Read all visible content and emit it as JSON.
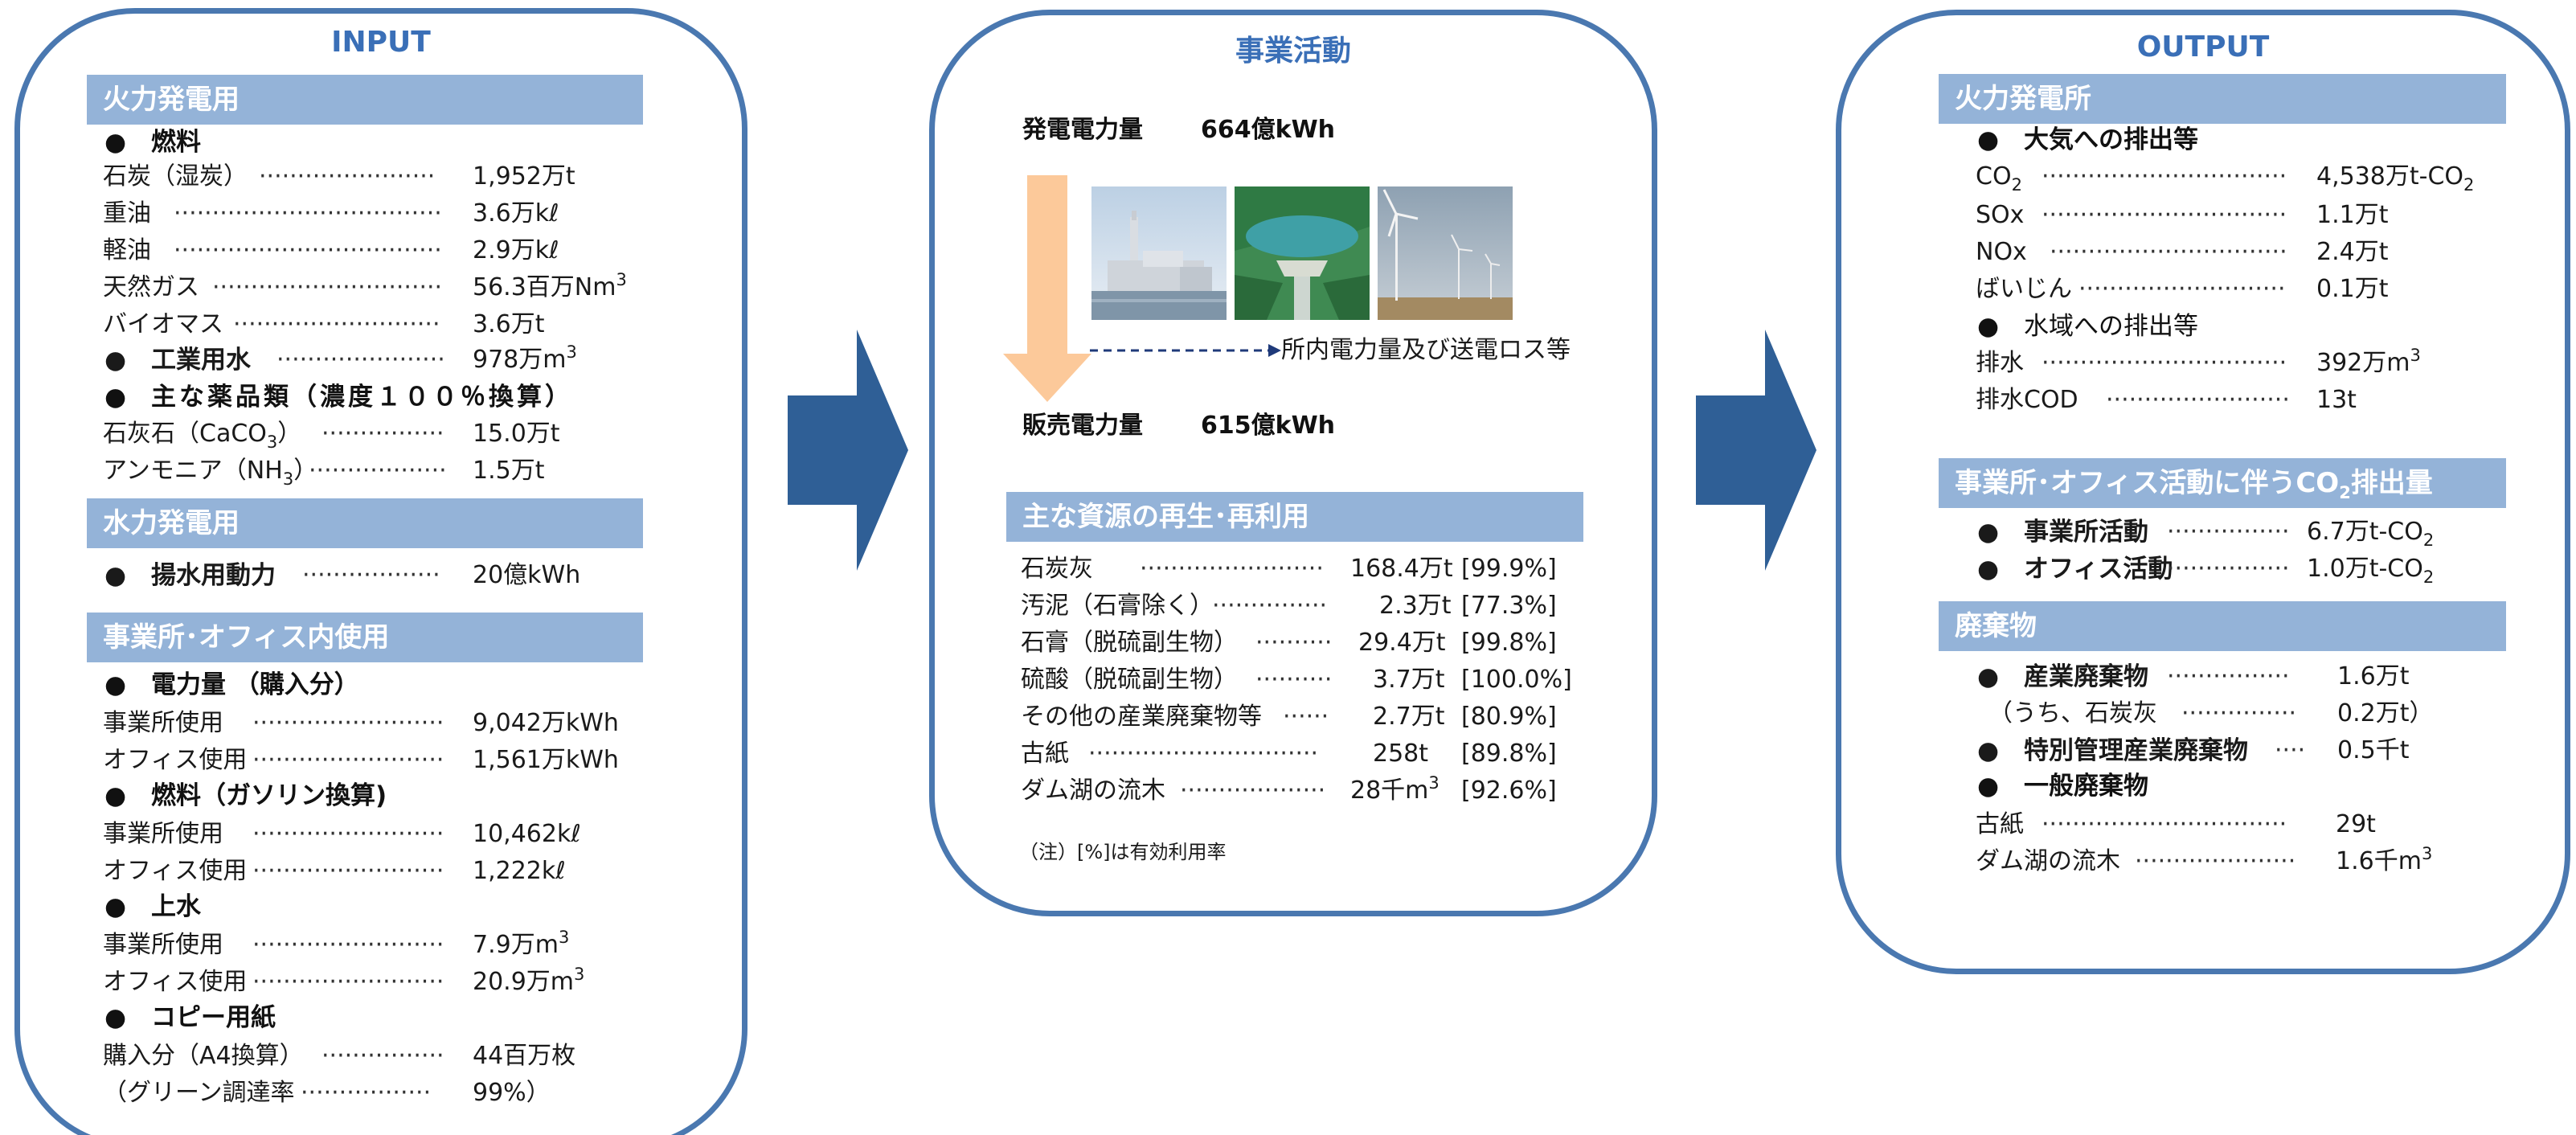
{
  "input": {
    "title": "INPUT",
    "thermal": {
      "bar": "火力発電用",
      "fuel_head": "燃料",
      "fuel": [
        {
          "label": "石炭（湿炭）",
          "value": "1,952万t"
        },
        {
          "label": "重油",
          "value": "3.6万kℓ"
        },
        {
          "label": "軽油",
          "value": "2.9万kℓ"
        },
        {
          "label": "天然ガス",
          "value": "56.3百万Nm",
          "sup": "3"
        },
        {
          "label": "バイオマス",
          "value": "3.6万t"
        }
      ],
      "water_head": "工業用水",
      "water_value": "978万m",
      "water_sup": "3",
      "chem_head": "主な薬品類（濃度１００％換算）",
      "chem": [
        {
          "pre": "石灰石（CaCO",
          "sub": "3",
          "post": "）",
          "value": "15.0万t"
        },
        {
          "pre": "アンモニア（NH",
          "sub": "3",
          "post": "）",
          "value": "1.5万t"
        }
      ]
    },
    "hydro": {
      "bar": "水力発電用",
      "pump_head": "揚水用動力",
      "pump_value": "20億kWh"
    },
    "office": {
      "bar": "事業所･オフィス内使用",
      "power_head": "電力量 （購入分）",
      "power": [
        {
          "label": "事業所使用",
          "value": "9,042万kWh"
        },
        {
          "label": "オフィス使用",
          "value": "1,561万kWh"
        }
      ],
      "fuel_head": "燃料（ガソリン換算)",
      "fuel": [
        {
          "label": "事業所使用",
          "value": "10,462kℓ"
        },
        {
          "label": "オフィス使用",
          "value": "1,222kℓ"
        }
      ],
      "water_head": "上水",
      "water": [
        {
          "label": "事業所使用",
          "value": "7.9万m",
          "sup": "3"
        },
        {
          "label": "オフィス使用",
          "value": "20.9万m",
          "sup": "3"
        }
      ],
      "paper_head": "コピー用紙",
      "paper": [
        {
          "label": "購入分（A4換算）",
          "value": "44百万枚"
        },
        {
          "label": "（グリーン調達率",
          "value": "99%）"
        }
      ]
    }
  },
  "business": {
    "title": "事業活動",
    "gen_label": "発電電力量",
    "gen_value": "664億kWh",
    "loss_label": "所内電力量及び送電ロス等",
    "sold_label": "販売電力量",
    "sold_value": "615億kWh",
    "photos": [
      "thermal-plant-photo",
      "dam-photo",
      "wind-turbine-photo"
    ],
    "recycle_bar": "主な資源の再生･再利用",
    "recycle": [
      {
        "label": "石炭灰",
        "value": "168.4万t",
        "rate": "[99.9%]"
      },
      {
        "label": "汚泥（石膏除く）",
        "value": "2.3万t",
        "rate": "[77.3%]"
      },
      {
        "label": "石膏（脱硫副生物）",
        "value": "29.4万t",
        "rate": "[99.8%]"
      },
      {
        "label": "硫酸（脱硫副生物）",
        "value": "3.7万t",
        "rate": "[100.0%]"
      },
      {
        "label": "その他の産業廃棄物等",
        "value": "2.7万t",
        "rate": "[80.9%]"
      },
      {
        "label": "古紙",
        "value": "258t",
        "rate": "[89.8%]"
      },
      {
        "label": "ダム湖の流木",
        "value": "28千m",
        "sup": "3",
        "rate": "[92.6%]"
      }
    ],
    "note": "（注）[%]は有効利用率"
  },
  "output": {
    "title": "OUTPUT",
    "thermal": {
      "bar": "火力発電所",
      "air_head": "大気への排出等",
      "air": [
        {
          "pre": "CO",
          "sub": "2",
          "post": "",
          "value": "4,538万t-CO",
          "vsub": "2"
        },
        {
          "pre": "SOx",
          "sub": "",
          "post": "",
          "value": "1.1万t",
          "vsub": ""
        },
        {
          "pre": "NOx",
          "sub": "",
          "post": "",
          "value": "2.4万t",
          "vsub": ""
        },
        {
          "pre": "ばいじん",
          "sub": "",
          "post": "",
          "value": "0.1万t",
          "vsub": ""
        }
      ],
      "water_head": "水域への排出等",
      "water": [
        {
          "label": "排水",
          "value": "392万m",
          "sup": "3"
        },
        {
          "label": "排水COD",
          "value": "13t",
          "sup": ""
        }
      ]
    },
    "co2": {
      "bar_pre": "事業所･オフィス活動に伴うCO",
      "bar_sub": "2",
      "bar_post": "排出量",
      "items": [
        {
          "label": "事業所活動",
          "value": "6.7万t-CO",
          "vsub": "2"
        },
        {
          "label": "オフィス活動",
          "value": "1.0万t-CO",
          "vsub": "2"
        }
      ]
    },
    "waste": {
      "bar": "廃棄物",
      "industrial_head": "産業廃棄物",
      "industrial_value": "1.6万t",
      "ash_label": "（うち、石炭灰",
      "ash_value": "0.2万t）",
      "special_head": "特別管理産業廃棄物",
      "special_value": "0.5千t",
      "general_head": "一般廃棄物",
      "general": [
        {
          "label": "古紙",
          "value": "29t",
          "sup": ""
        },
        {
          "label": "ダム湖の流木",
          "value": "1.6千m",
          "sup": "3"
        }
      ]
    }
  },
  "colors": {
    "panel_border": "#4a78b0",
    "bar_fill": "#94b3d8",
    "title_blue": "#3a6fb7",
    "big_arrow": "#2f5f96",
    "down_arrow": "#fcc99a",
    "dash_arrow": "#1f3a7a"
  }
}
